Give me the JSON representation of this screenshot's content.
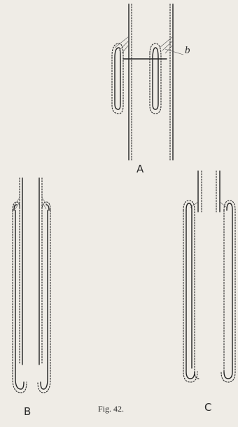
{
  "figure": {
    "caption": "Fig. 42.",
    "labels": {
      "a": "A",
      "b": "B",
      "c": "C",
      "b_annotation": "b"
    }
  }
}
